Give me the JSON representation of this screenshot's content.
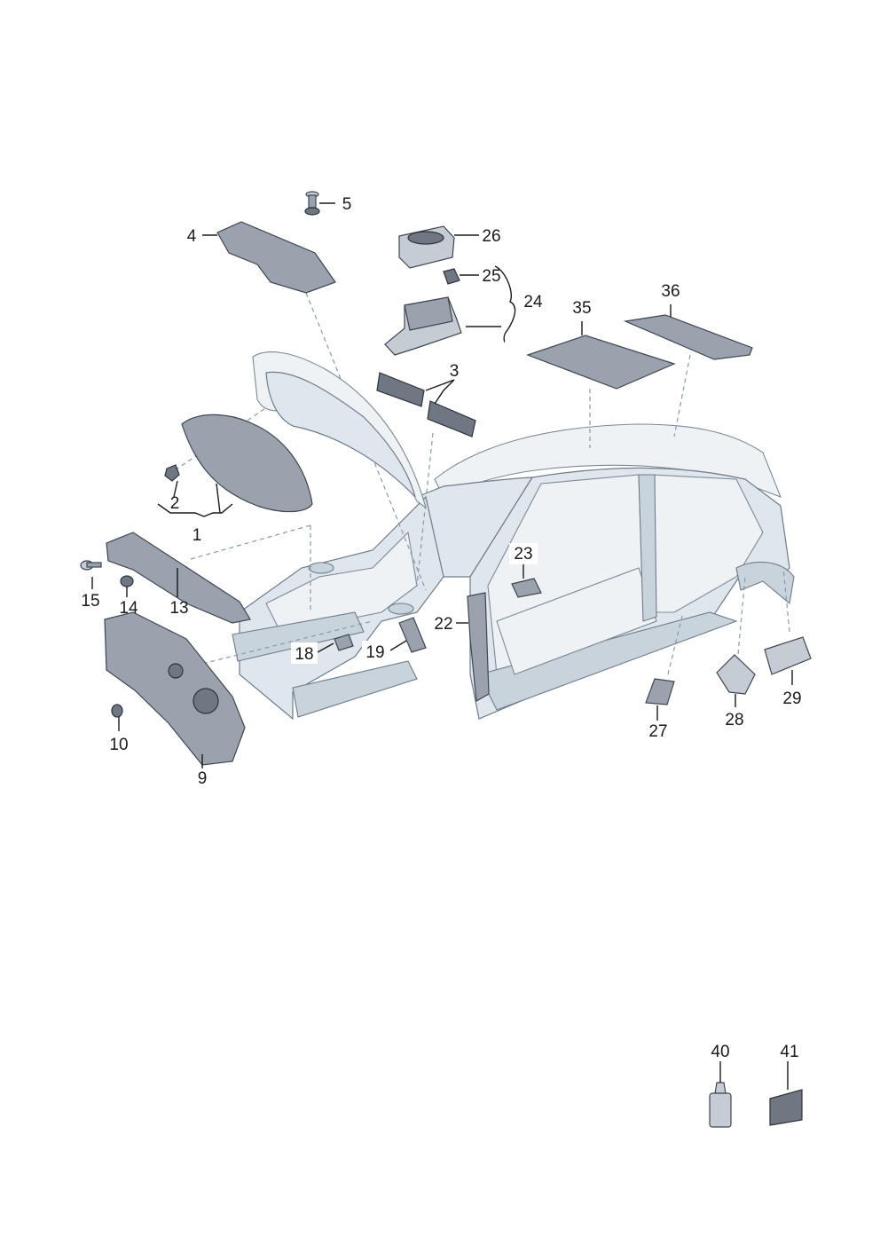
{
  "callouts": {
    "c1": "1",
    "c2": "2",
    "c3": "3",
    "c4": "4",
    "c5": "5",
    "c9": "9",
    "c10": "10",
    "c13": "13",
    "c14": "14",
    "c15": "15",
    "c18": "18",
    "c19": "19",
    "c22": "22",
    "c23": "23",
    "c24": "24",
    "c25": "25",
    "c26": "26",
    "c27": "27",
    "c28": "28",
    "c29": "29",
    "c35": "35",
    "c36": "36",
    "c40": "40",
    "c41": "41"
  },
  "colors": {
    "body": "#dfe6ec",
    "part": "#9aa3ad",
    "part_dark": "#6f7882",
    "line": "#1a1a1a"
  }
}
